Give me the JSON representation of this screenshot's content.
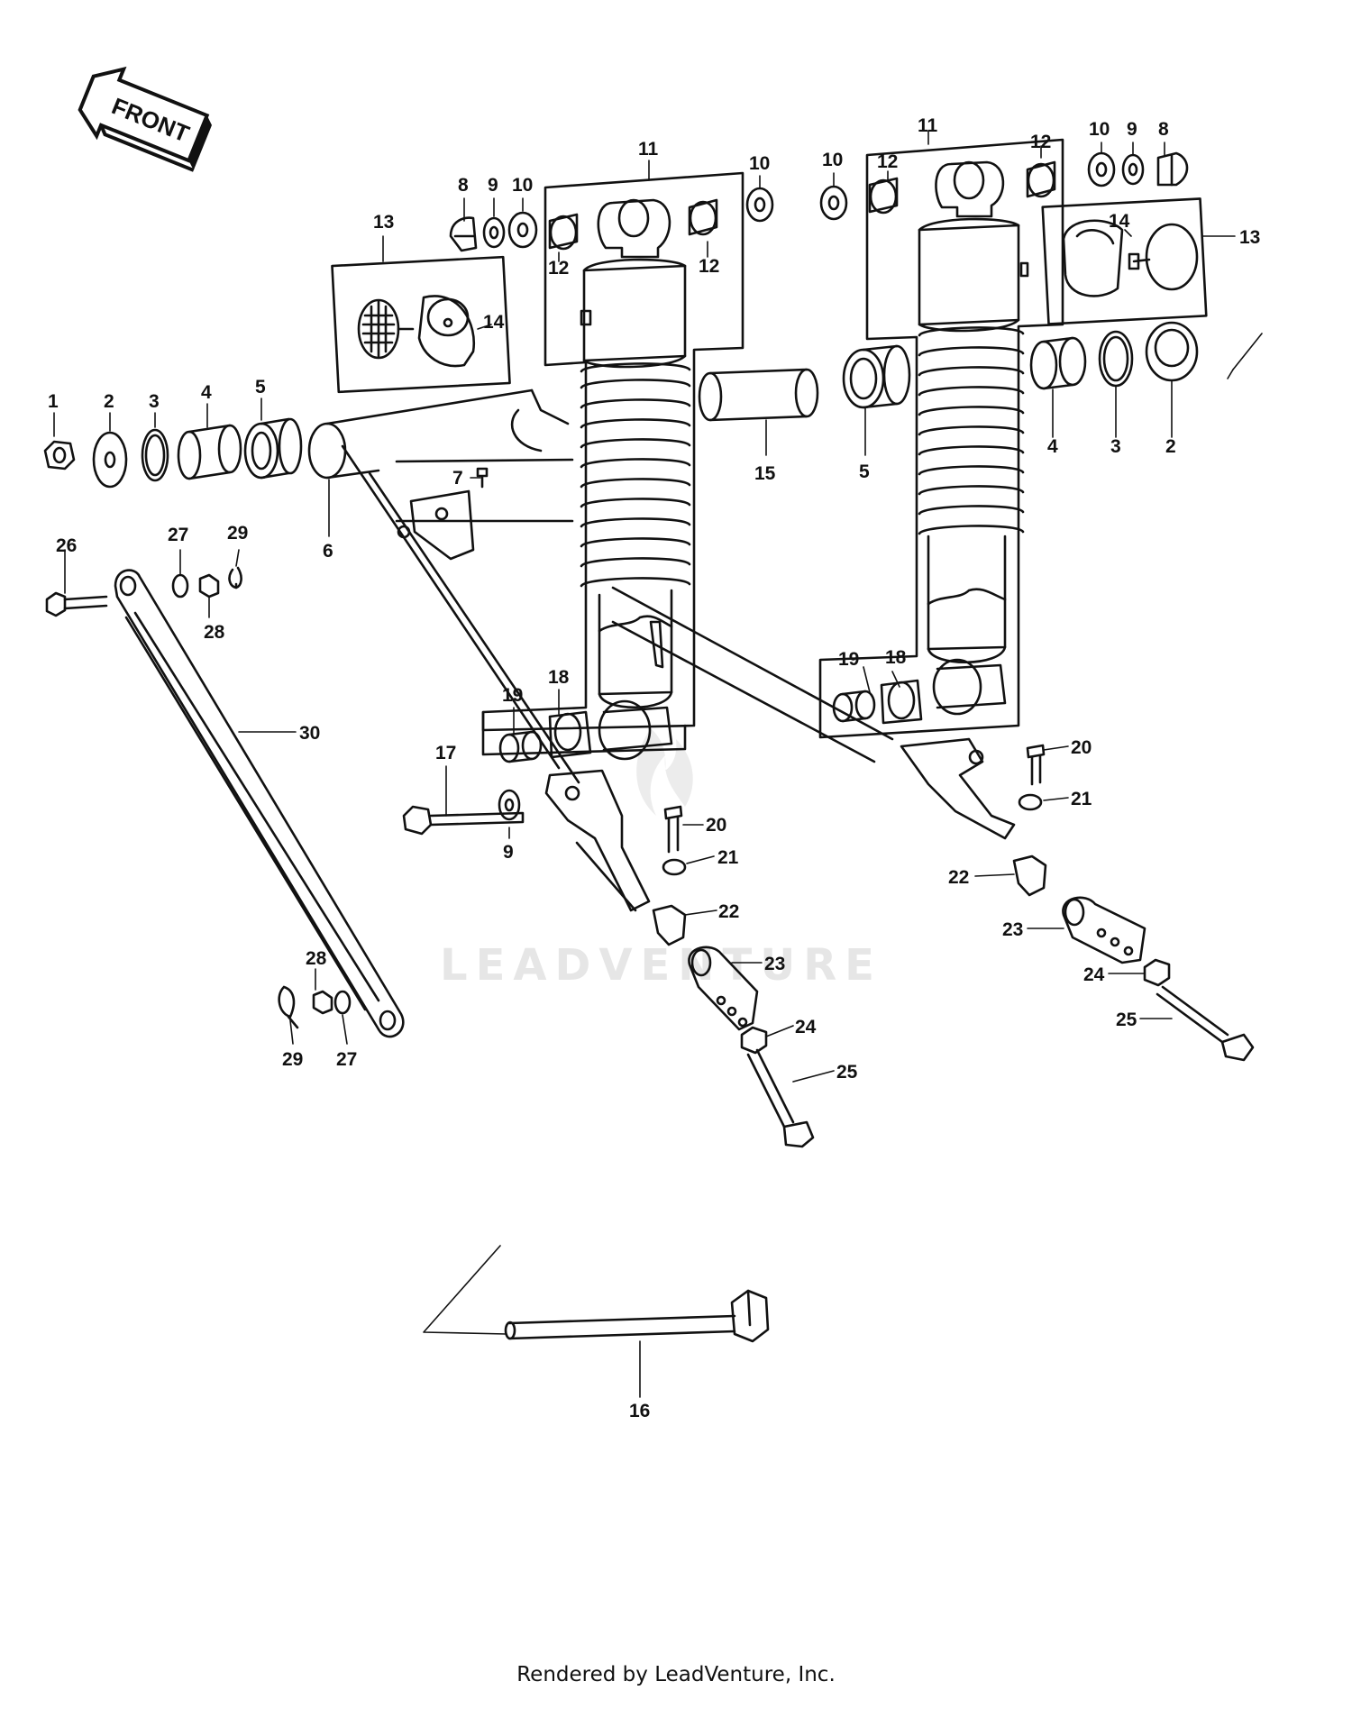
{
  "diagram": {
    "front_label": "FRONT",
    "watermark": "LEADVENTURE",
    "credit": "Rendered by LeadVenture, Inc.",
    "callouts": [
      {
        "id": "c1",
        "text": "1"
      },
      {
        "id": "c2a",
        "text": "2"
      },
      {
        "id": "c3a",
        "text": "3"
      },
      {
        "id": "c4a",
        "text": "4"
      },
      {
        "id": "c5a",
        "text": "5"
      },
      {
        "id": "c6",
        "text": "6"
      },
      {
        "id": "c7",
        "text": "7"
      },
      {
        "id": "c8a",
        "text": "8"
      },
      {
        "id": "c9a",
        "text": "9"
      },
      {
        "id": "c10a",
        "text": "10"
      },
      {
        "id": "c11a",
        "text": "11"
      },
      {
        "id": "c12a",
        "text": "12"
      },
      {
        "id": "c12b",
        "text": "12"
      },
      {
        "id": "c13a",
        "text": "13"
      },
      {
        "id": "c14a",
        "text": "14"
      },
      {
        "id": "c10b",
        "text": "10"
      },
      {
        "id": "c10c",
        "text": "10"
      },
      {
        "id": "c11b",
        "text": "11"
      },
      {
        "id": "c12c",
        "text": "12"
      },
      {
        "id": "c12d",
        "text": "12"
      },
      {
        "id": "c10d",
        "text": "10"
      },
      {
        "id": "c9b",
        "text": "9"
      },
      {
        "id": "c8b",
        "text": "8"
      },
      {
        "id": "c13b",
        "text": "13"
      },
      {
        "id": "c14b",
        "text": "14"
      },
      {
        "id": "c4b",
        "text": "4"
      },
      {
        "id": "c3b",
        "text": "3"
      },
      {
        "id": "c2b",
        "text": "2"
      },
      {
        "id": "c15",
        "text": "15"
      },
      {
        "id": "c5b",
        "text": "5"
      },
      {
        "id": "c26",
        "text": "26"
      },
      {
        "id": "c27a",
        "text": "27"
      },
      {
        "id": "c29a",
        "text": "29"
      },
      {
        "id": "c28a",
        "text": "28"
      },
      {
        "id": "c30",
        "text": "30"
      },
      {
        "id": "c17",
        "text": "17"
      },
      {
        "id": "c9c",
        "text": "9"
      },
      {
        "id": "c19a",
        "text": "19"
      },
      {
        "id": "c18a",
        "text": "18"
      },
      {
        "id": "c20a",
        "text": "20"
      },
      {
        "id": "c21a",
        "text": "21"
      },
      {
        "id": "c22a",
        "text": "22"
      },
      {
        "id": "c23a",
        "text": "23"
      },
      {
        "id": "c24a",
        "text": "24"
      },
      {
        "id": "c25a",
        "text": "25"
      },
      {
        "id": "c28b",
        "text": "28"
      },
      {
        "id": "c29b",
        "text": "29"
      },
      {
        "id": "c27b",
        "text": "27"
      },
      {
        "id": "c19b",
        "text": "19"
      },
      {
        "id": "c18b",
        "text": "18"
      },
      {
        "id": "c20b",
        "text": "20"
      },
      {
        "id": "c21b",
        "text": "21"
      },
      {
        "id": "c22b",
        "text": "22"
      },
      {
        "id": "c23b",
        "text": "23"
      },
      {
        "id": "c24b",
        "text": "24"
      },
      {
        "id": "c25b",
        "text": "25"
      },
      {
        "id": "c16",
        "text": "16"
      }
    ]
  }
}
